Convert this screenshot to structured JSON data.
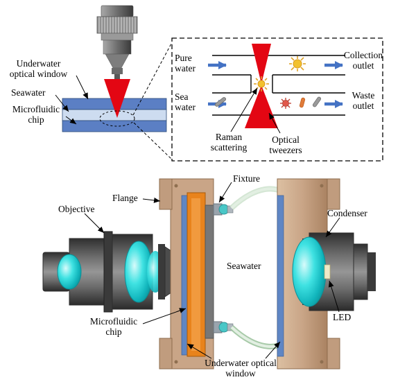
{
  "schematic": {
    "labels": {
      "underwater_optical_window": "Underwater optical window",
      "seawater": "Seawater",
      "microfluidic_chip": "Microfluidic chip"
    }
  },
  "inset": {
    "labels": {
      "pure_water": "Pure water",
      "collection_outlet": "Collection outlet",
      "sea_water": "Sea water",
      "waste_outlet": "Waste outlet",
      "raman_scattering": "Raman scattering",
      "optical_tweezers": "Optical tweezers"
    }
  },
  "assembly": {
    "labels": {
      "fixture": "Fixture",
      "flange": "Flange",
      "objective": "Objective",
      "condenser": "Condenser",
      "seawater": "Seawater",
      "microfluidic_chip": "Microfluidic chip",
      "led": "LED",
      "underwater_optical_window": "Underwater optical window"
    }
  },
  "colors": {
    "laser_red": "#e30613",
    "flow_arrow_blue": "#4472c4",
    "chip_layer_blue": "#5b7fc4",
    "chip_layer_light": "#cddcf0",
    "chip_orange": "#e8831c",
    "flange_tan": "#c9a587",
    "window_blue": "#5f86c4",
    "particle_yellow": "#f2c12e",
    "virus_red": "#e2584b",
    "rod_gray": "#9a9a9a",
    "tube_green": "#cfe3cf",
    "led_yellow": "#efe9c8"
  }
}
